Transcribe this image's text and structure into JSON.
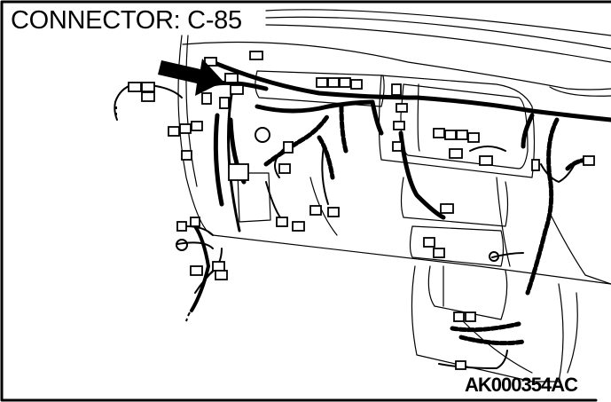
{
  "diagram": {
    "title": "CONNECTOR: C-85",
    "figure_code": "AK000354AC",
    "subject": "Instrument panel wiring harness with connectors",
    "indicator": "arrow pointing to connector C-85",
    "colors": {
      "line": "#000000",
      "background": "#ffffff"
    }
  }
}
